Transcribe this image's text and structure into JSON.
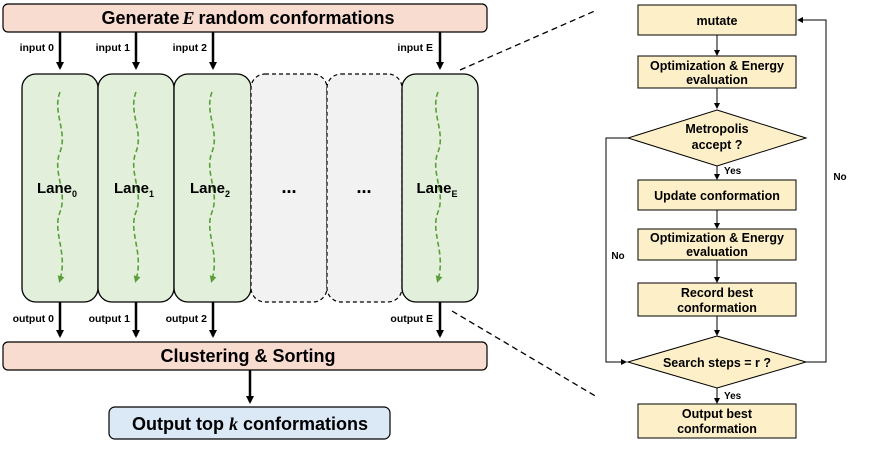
{
  "header": {
    "prefix": "Generate",
    "var": "E",
    "suffix": "random conformations"
  },
  "lanes": [
    {
      "input": "input 0",
      "name": "Lane",
      "sub": "0",
      "output": "output 0"
    },
    {
      "input": "input 1",
      "name": "Lane",
      "sub": "1",
      "output": "output 1"
    },
    {
      "input": "input 2",
      "name": "Lane",
      "sub": "2",
      "output": "output 2"
    },
    {
      "input": "input E",
      "name": "Lane",
      "sub": "E",
      "output": "output E"
    }
  ],
  "ellipsis": "…",
  "clustering": "Clustering & Sorting",
  "final_output": {
    "prefix": "Output top",
    "var": "k",
    "suffix": "conformations"
  },
  "flow": {
    "mutate": "mutate",
    "opt1_line1": "Optimization & Energy",
    "opt1_line2": "evaluation",
    "metropolis_line1": "Metropolis",
    "metropolis_line2": "accept ?",
    "yes1": "Yes",
    "no_left": "No",
    "update": "Update conformation",
    "opt2_line1": "Optimization & Energy",
    "opt2_line2": "evaluation",
    "record_line1": "Record best",
    "record_line2": "conformation",
    "search": "Search steps = r ?",
    "yes2": "Yes",
    "no_right": "No",
    "output_line1": "Output best",
    "output_line2": "conformation"
  },
  "colors": {
    "header_fill": "#f9dcd0",
    "lane_fill": "#e2efda",
    "dashed_lane_fill": "#f2f2f2",
    "wave": "#5a9e3a",
    "output_fill": "#dbe8f5",
    "flow_fill": "#fdefc8"
  }
}
